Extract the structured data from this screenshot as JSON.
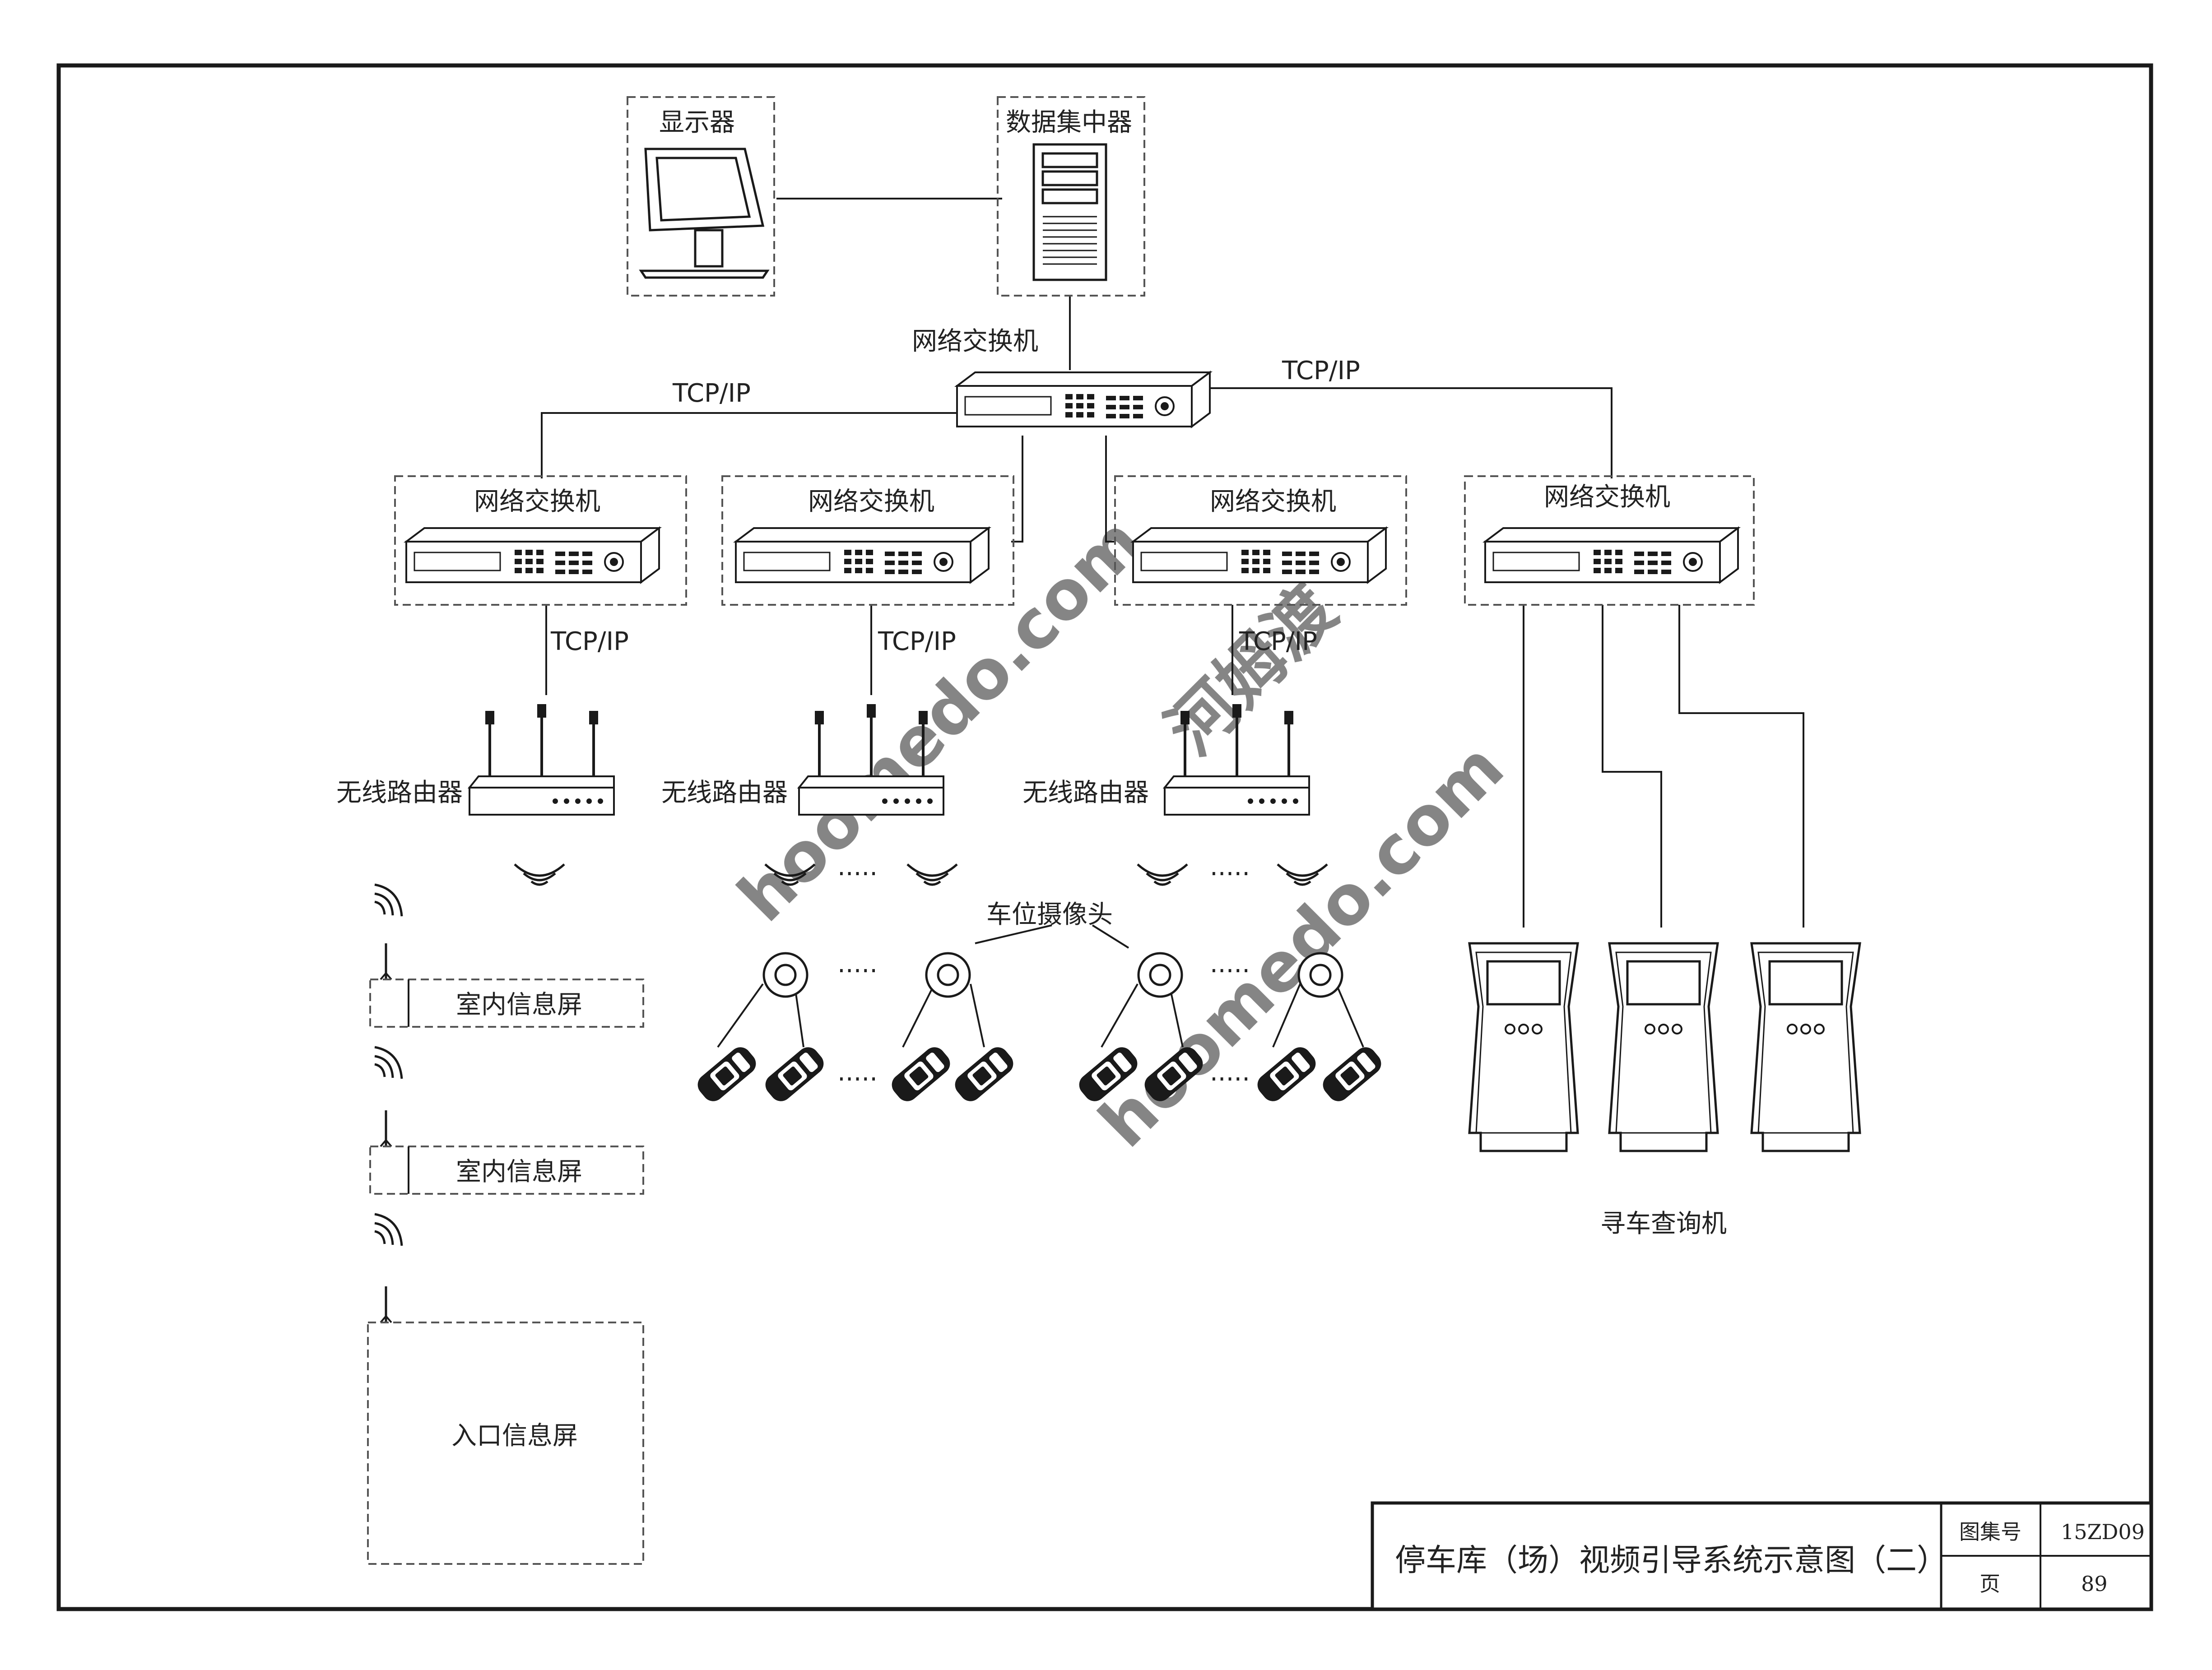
{
  "diagram": {
    "monitor_label": "显示器",
    "data_hub_label": "数据集中器",
    "core_switch_label": "网络交换机",
    "switches": [
      {
        "label": "网络交换机"
      },
      {
        "label": "网络交换机"
      },
      {
        "label": "网络交换机"
      },
      {
        "label": "网络交换机"
      }
    ],
    "protocol_label": "TCP/IP",
    "routers": [
      {
        "label": "无线路由器"
      },
      {
        "label": "无线路由器"
      },
      {
        "label": "无线路由器"
      }
    ],
    "camera_label": "车位摄像头",
    "ellipsis": "·····",
    "indoor_screens": [
      {
        "label": "室内信息屏"
      },
      {
        "label": "室内信息屏"
      }
    ],
    "entrance_screen_label": "入口信息屏",
    "kiosk_label": "寻车查询机"
  },
  "title_block": {
    "title": "停车库（场）视频引导系统示意图（二）",
    "atlas_label": "图集号",
    "atlas_value": "15ZD09",
    "page_label": "页",
    "page_value": "89"
  },
  "watermark": {
    "text_1": "hoomedo.com",
    "text_2": "河姆渡"
  },
  "colors": {
    "line": "#1a1a1a",
    "dashed": "#555555",
    "watermark": "#cfe8c9"
  }
}
